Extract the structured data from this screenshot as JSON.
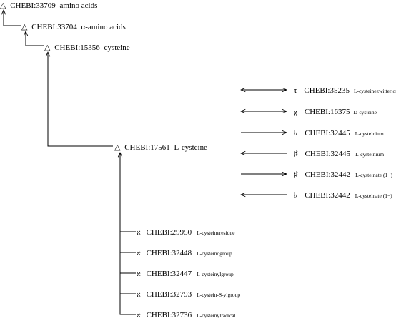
{
  "hierarchy": [
    {
      "symbol": "△",
      "id": "CHEBI:33709",
      "name": "amino acids"
    },
    {
      "symbol": "△",
      "id": "CHEBI:33704",
      "name": "α-amino acids"
    },
    {
      "symbol": "△",
      "id": "CHEBI:15356",
      "name": "cysteine"
    },
    {
      "symbol": "△",
      "id": "CHEBI:17561",
      "name": "L-cysteine"
    }
  ],
  "relations": [
    {
      "arrow": "both",
      "symbol": "τ",
      "id": "CHEBI:35235",
      "name": "L-cysteinezwitterion"
    },
    {
      "arrow": "both",
      "symbol": "χ",
      "id": "CHEBI:16375",
      "name": "D-cysteine"
    },
    {
      "arrow": "right",
      "symbol": "♭",
      "id": "CHEBI:32445",
      "name": "L-cysteinium"
    },
    {
      "arrow": "left",
      "symbol": "♯",
      "id": "CHEBI:32445",
      "name": "L-cysteinium"
    },
    {
      "arrow": "right",
      "symbol": "♯",
      "id": "CHEBI:32442",
      "name": "L-cysteinate (1−)"
    },
    {
      "arrow": "left",
      "symbol": "♭",
      "id": "CHEBI:32442",
      "name": "L-cysteinate (1−)"
    }
  ],
  "children": [
    {
      "symbol": "ℵ",
      "id": "CHEBI:29950",
      "name": "L-cysteineresidue"
    },
    {
      "symbol": "ℵ",
      "id": "CHEBI:32448",
      "name": "L-cysteinogroup"
    },
    {
      "symbol": "ℵ",
      "id": "CHEBI:32447",
      "name": "L-cysteinylgroup"
    },
    {
      "symbol": "ℵ",
      "id": "CHEBI:32793",
      "name": "L-cystein-S-ylgroup"
    },
    {
      "symbol": "ℵ",
      "id": "CHEBI:32736",
      "name": "L-cysteinylradical"
    }
  ]
}
